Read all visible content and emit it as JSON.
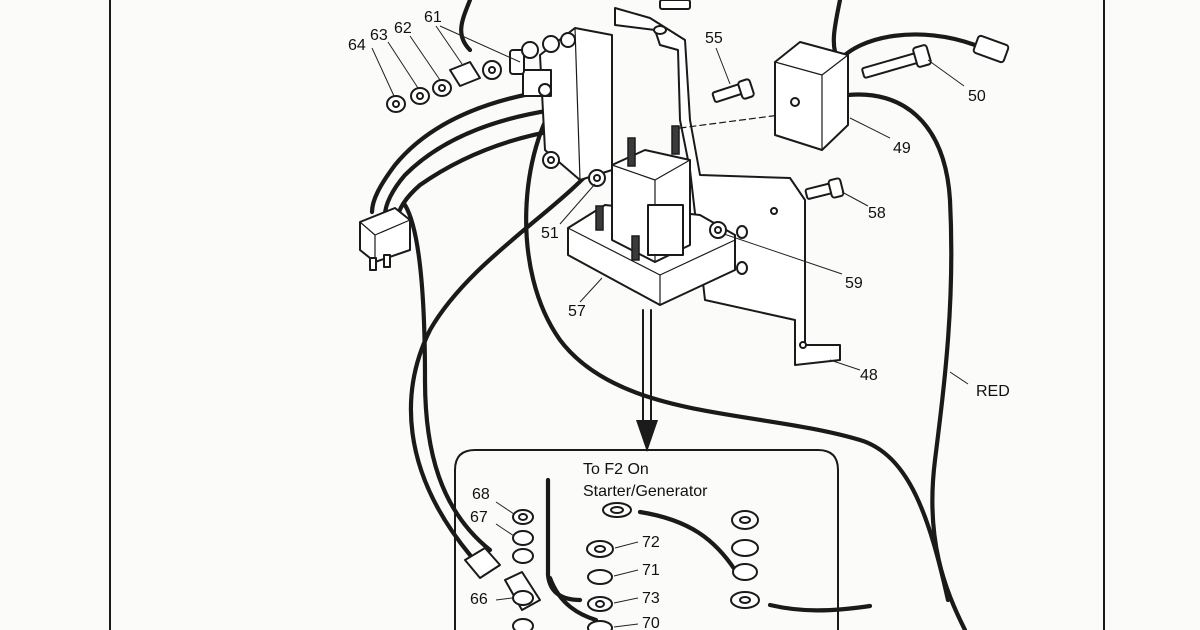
{
  "labels": {
    "p48": "48",
    "p49": "49",
    "p50": "50",
    "p51": "51",
    "p55": "55",
    "p57": "57",
    "p58": "58",
    "p59": "59",
    "p61": "61",
    "p62": "62",
    "p63": "63",
    "p64": "64",
    "p66": "66",
    "p67": "67",
    "p68": "68",
    "p70": "70",
    "p71": "71",
    "p72": "72",
    "p73": "73"
  },
  "wire_label": "RED",
  "inset": {
    "note_line1": "To F2 On",
    "note_line2": "Starter/Generator"
  },
  "colors": {
    "ink": "#1a1a1a",
    "paper": "#fbfbf9"
  }
}
